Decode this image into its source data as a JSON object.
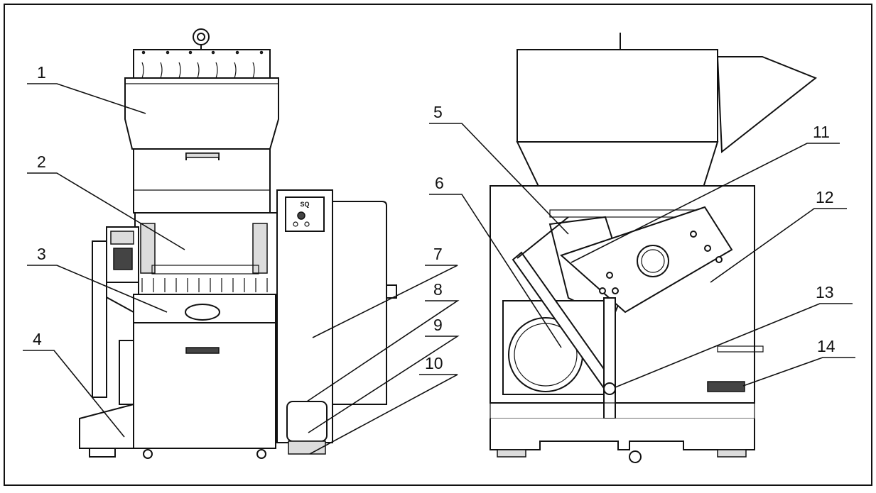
{
  "callouts": [
    "1",
    "2",
    "3",
    "4",
    "5",
    "6",
    "7",
    "8",
    "9",
    "10",
    "11",
    "12",
    "13",
    "14"
  ],
  "panel_text": "SQ"
}
